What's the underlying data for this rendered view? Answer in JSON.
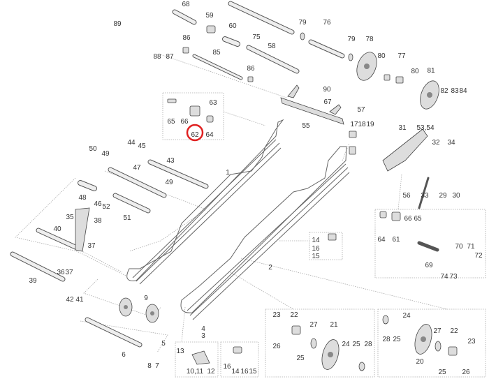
{
  "diagram": {
    "title": "Rear suspension exploded parts diagram",
    "highlight_callout": "62",
    "highlight_color": "#e02020",
    "callouts": [
      "68",
      "59",
      "60",
      "75",
      "79",
      "76",
      "89",
      "86",
      "88",
      "87",
      "85",
      "58",
      "79",
      "78",
      "80",
      "77",
      "86",
      "80",
      "81",
      "90",
      "67",
      "63",
      "82",
      "83",
      "84",
      "65",
      "66",
      "62",
      "64",
      "57",
      "55",
      "17",
      "18",
      "19",
      "31",
      "53,54",
      "44",
      "45",
      "50",
      "49",
      "32",
      "34",
      "43",
      "47",
      "1",
      "49",
      "56",
      "33",
      "29",
      "30",
      "48",
      "46",
      "52",
      "51",
      "66",
      "65",
      "35",
      "38",
      "14",
      "40",
      "64",
      "61",
      "16",
      "37",
      "70",
      "71",
      "15",
      "72",
      "69",
      "36",
      "37",
      "74",
      "73",
      "2",
      "39",
      "42",
      "41",
      "9",
      "23",
      "22",
      "27",
      "21",
      "24",
      "26",
      "24",
      "25",
      "28",
      "4",
      "3",
      "28",
      "25",
      "27",
      "22",
      "23",
      "5",
      "13",
      "25",
      "20",
      "6",
      "8",
      "7",
      "16",
      "14",
      "16",
      "15",
      "10,11",
      "12",
      "25",
      "26"
    ]
  }
}
